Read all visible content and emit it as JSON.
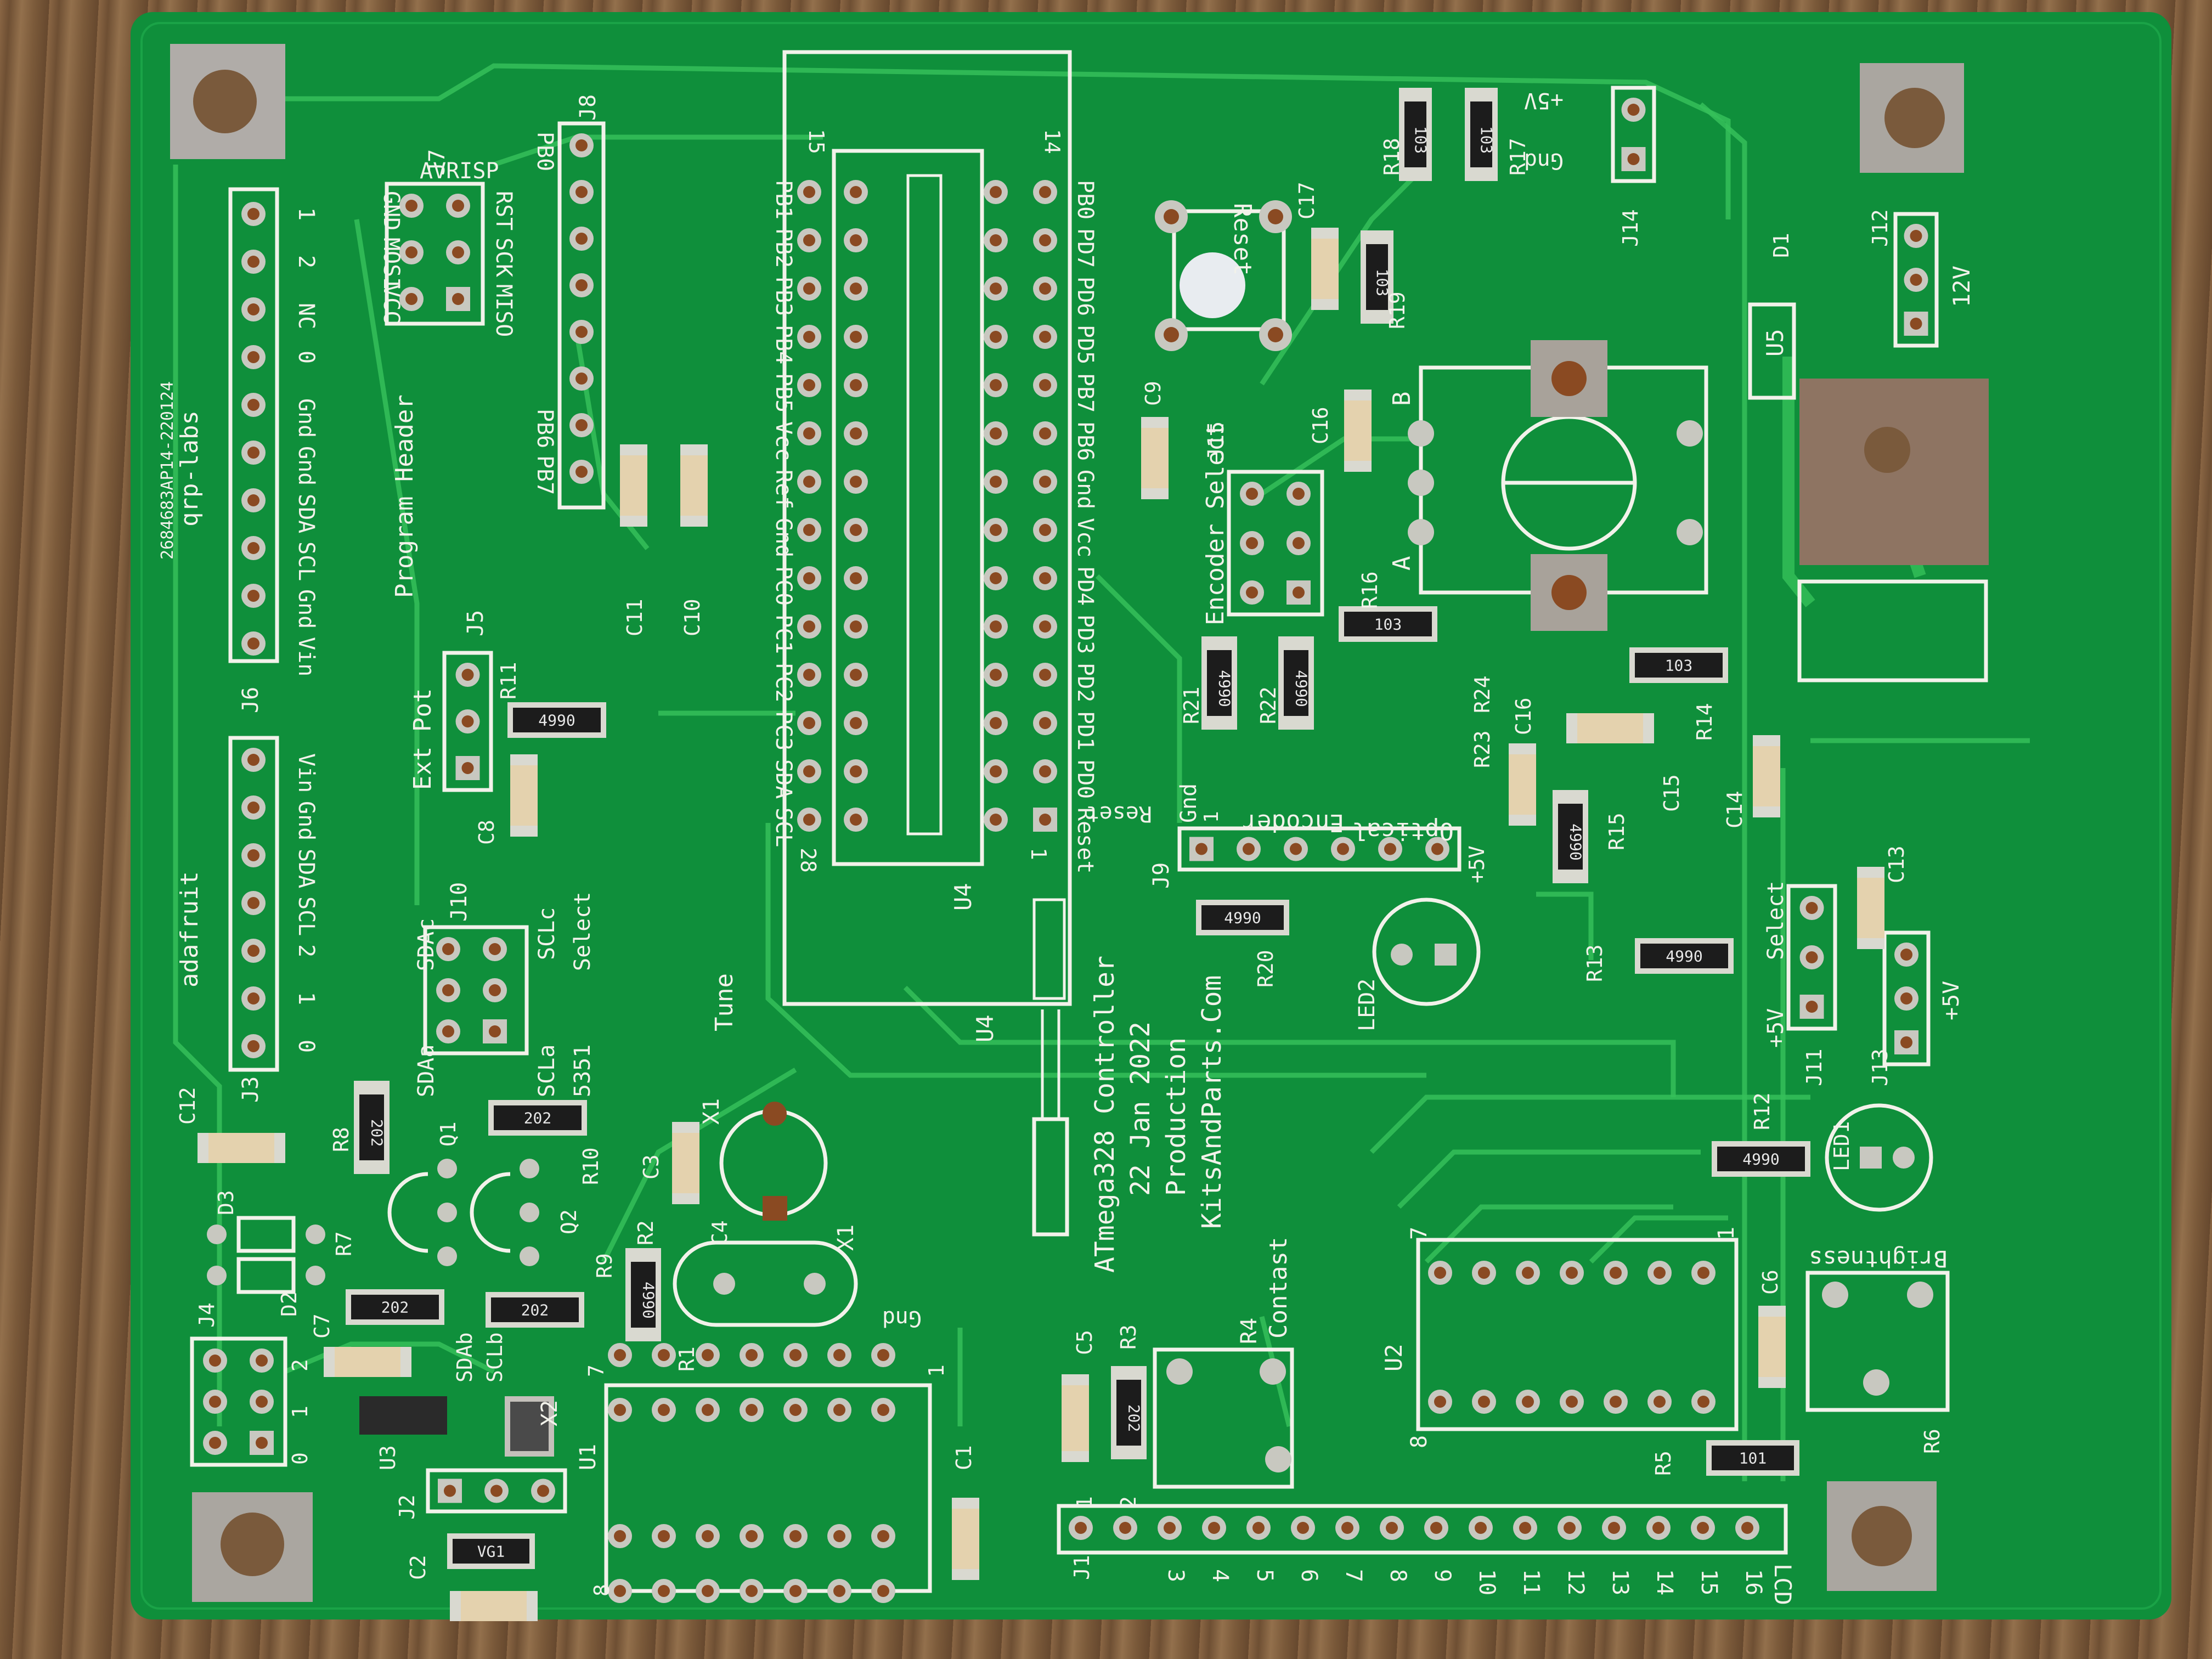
{
  "board": {
    "id_code": "2684683AP14-220124",
    "brand": "qrp-labs",
    "title_lines": [
      "ATmega328 Controller",
      "22 Jan 2022",
      "Production",
      "KitsAndParts.Com"
    ],
    "colors": {
      "pcb": "#0f8f3b",
      "silkscreen": "#f2f2ea",
      "copper": "#8a4a22",
      "wood": "#7a5a3c"
    }
  },
  "headers": {
    "j6": {
      "ref": "J6",
      "pins": [
        "1",
        "2",
        "NC",
        "0",
        "Gnd",
        "Gnd",
        "SDA",
        "SCL",
        "Gnd",
        "Vin"
      ]
    },
    "j3": {
      "ref": "J3",
      "brand": "adafruit",
      "pins": [
        "Vin",
        "Gnd",
        "SDA",
        "SCL",
        "2",
        "1",
        "0"
      ]
    },
    "j7": {
      "ref": "J7",
      "title": "AVRISP",
      "subtitle": "Program Header",
      "left_pins": [
        "GND",
        "MOSI",
        "VCC"
      ],
      "right_pins": [
        "RST",
        "SCK",
        "MISO"
      ]
    },
    "j8": {
      "ref": "J8",
      "pins": [
        "PB0",
        "PB6",
        "PB7"
      ]
    },
    "j5": {
      "ref": "J5",
      "label": "Ext Pot"
    },
    "j10": {
      "ref": "J10",
      "labels": [
        "SDAc",
        "SDAa",
        "SCLc",
        "Select",
        "SCLa",
        "5351"
      ]
    },
    "j15": {
      "ref": "J15",
      "label": "Encoder Select"
    },
    "j9": {
      "ref": "J9",
      "labels": [
        "Gnd",
        "Optical",
        "Encoder",
        "Reset",
        "+5V",
        "1"
      ]
    },
    "j14": {
      "ref": "J14",
      "pins": [
        "+5V",
        "Gnd"
      ]
    },
    "j12": {
      "ref": "J12",
      "label": "12V"
    },
    "j11": {
      "ref": "J11",
      "labels": [
        "+5V",
        "Select"
      ]
    },
    "j13": {
      "ref": "J13",
      "label": "+5V"
    },
    "j4": {
      "ref": "J4",
      "pins": [
        "2",
        "1",
        "0"
      ]
    },
    "j2": {
      "ref": "J2"
    },
    "j1": {
      "ref": "J1"
    },
    "lcd": {
      "label": "LCD",
      "pins": [
        "3",
        "4",
        "5",
        "6",
        "7",
        "8",
        "9",
        "10",
        "11",
        "12",
        "13",
        "14",
        "15",
        "16"
      ]
    }
  },
  "u4": {
    "ref": "U4",
    "left_pins": [
      "PB1",
      "PB2",
      "PB3",
      "PB4",
      "PB5",
      "Vcc",
      "Ref",
      "Gnd",
      "PC0",
      "PC1",
      "PC2",
      "PC3",
      "SDA",
      "SCL"
    ],
    "right_pins": [
      "PB0",
      "PD7",
      "PD6",
      "PD5",
      "PB7",
      "PB6",
      "Gnd",
      "Vcc",
      "PD4",
      "PD3",
      "PD2",
      "PD1",
      "PD0",
      "Reset"
    ],
    "pin_numbers": [
      "15",
      "14",
      "28",
      "1"
    ]
  },
  "resistor_codes": [
    "103",
    "4990",
    "202",
    "101",
    "VG1"
  ],
  "labels": {
    "reset": "Reset",
    "tune": "Tune",
    "contrast": "Contast",
    "brightness": "Brightness",
    "gnd": "Gnd",
    "encoder_a": "A",
    "encoder_b": "B",
    "x1": "X1",
    "x2": "X2",
    "u1": "U1",
    "u2": "U2",
    "u3": "U3",
    "u5": "U5",
    "d1": "D1",
    "d2": "D2",
    "d3": "D3",
    "led1": "LED1",
    "led2": "LED2",
    "q1": "Q1",
    "q2": "Q2",
    "r1": "R1",
    "r2": "R2",
    "r3": "R3",
    "r4": "R4",
    "r5": "R5",
    "r6": "R6",
    "r7": "R7",
    "r8": "R8",
    "r9": "R9",
    "r10": "R10",
    "r11": "R11",
    "r12": "R12",
    "r13": "R13",
    "r14": "R14",
    "r15": "R15",
    "r16": "R16",
    "r17": "R17",
    "r18": "R18",
    "r19": "R19",
    "r20": "R20",
    "r21": "R21",
    "r22": "R22",
    "r23": "R23",
    "r24": "R24",
    "c1": "C1",
    "c2": "C2",
    "c3": "C3",
    "c4": "C4",
    "c5": "C5",
    "c6": "C6",
    "c7": "C7",
    "c8": "C8",
    "c9": "C9",
    "c10": "C10",
    "c11": "C11",
    "c12": "C12",
    "c13": "C13",
    "c14": "C14",
    "c15": "C15",
    "c16": "C16",
    "c17": "C17",
    "sdab": "SDAb",
    "sclb": "SCLb",
    "num_1": "1",
    "num_2": "2",
    "num_7": "7",
    "num_8": "8",
    "num_0": "0"
  }
}
